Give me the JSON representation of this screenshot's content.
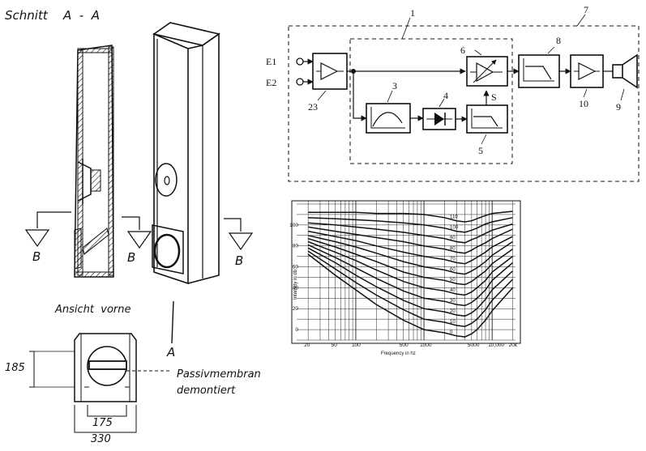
{
  "speaker": {
    "section_title_word": "Schnitt",
    "section_title_mark": "A  -  A",
    "section_marks": [
      "B",
      "B",
      "B"
    ],
    "front_view_label": "Ansicht  vorne",
    "cut_mark": "A",
    "dim_height": "185",
    "dim_inner_width": "175",
    "dim_outer_width": "330",
    "note_line1": "Passivmembran",
    "note_line2": "demontiert"
  },
  "block_diagram": {
    "ref_numbers": [
      "1",
      "7",
      "6",
      "8",
      "3",
      "4",
      "5",
      "10",
      "9",
      "23"
    ],
    "inputs": [
      "E1",
      "E2"
    ],
    "control_label": "S"
  },
  "chart_data": {
    "type": "line",
    "xlabel": "Frequency in hz",
    "ylabel": "Intensity in db",
    "x_scale": "log",
    "x_ticks": [
      "20",
      "50",
      "100",
      "500",
      "1000",
      "5000",
      "10,000",
      "20k"
    ],
    "x_tick_values": [
      20,
      50,
      100,
      500,
      1000,
      5000,
      10000,
      20000
    ],
    "y_ticks": [
      "0",
      "20",
      "40",
      "60",
      "80",
      "100"
    ],
    "ylim": [
      -10,
      120
    ],
    "grid": true,
    "curve_labels": [
      "110",
      "100",
      "90",
      "80",
      "70",
      "60",
      "50",
      "40",
      "30",
      "20",
      "10",
      "0"
    ],
    "x": [
      20,
      50,
      100,
      200,
      500,
      1000,
      2000,
      3000,
      4000,
      5000,
      6000,
      8000,
      10000,
      20000
    ],
    "series": [
      {
        "name": "110",
        "values": [
          112,
          112,
          112,
          111,
          111,
          110,
          107,
          104,
          103,
          104,
          106,
          109,
          111,
          113
        ]
      },
      {
        "name": "100",
        "values": [
          107,
          106,
          105,
          104,
          102,
          100,
          97,
          94,
          93,
          95,
          97,
          101,
          103,
          107
        ]
      },
      {
        "name": "90",
        "values": [
          102,
          100,
          98,
          96,
          93,
          90,
          87,
          84,
          83,
          86,
          88,
          92,
          95,
          101
        ]
      },
      {
        "name": "80",
        "values": [
          98,
          94,
          91,
          88,
          84,
          80,
          77,
          74,
          73,
          76,
          79,
          83,
          87,
          96
        ]
      },
      {
        "name": "70",
        "values": [
          94,
          89,
          85,
          80,
          74,
          70,
          67,
          64,
          63,
          66,
          69,
          74,
          79,
          89
        ]
      },
      {
        "name": "60",
        "values": [
          90,
          84,
          79,
          73,
          65,
          60,
          57,
          54,
          53,
          56,
          59,
          65,
          71,
          84
        ]
      },
      {
        "name": "50",
        "values": [
          87,
          79,
          72,
          65,
          55,
          50,
          47,
          44,
          43,
          46,
          50,
          56,
          63,
          77
        ]
      },
      {
        "name": "40",
        "values": [
          84,
          74,
          66,
          57,
          46,
          40,
          37,
          34,
          33,
          36,
          40,
          47,
          55,
          70
        ]
      },
      {
        "name": "30",
        "values": [
          81,
          69,
          59,
          49,
          37,
          30,
          27,
          24,
          23,
          26,
          30,
          38,
          47,
          64
        ]
      },
      {
        "name": "20",
        "values": [
          78,
          64,
          52,
          41,
          28,
          20,
          17,
          14,
          13,
          16,
          20,
          29,
          38,
          56
        ]
      },
      {
        "name": "10",
        "values": [
          75,
          58,
          45,
          33,
          19,
          10,
          7,
          4,
          3,
          6,
          10,
          19,
          28,
          48
        ]
      },
      {
        "name": "0",
        "values": [
          72,
          52,
          38,
          24,
          9,
          0,
          -3,
          -6,
          -7,
          -4,
          0,
          9,
          18,
          40
        ]
      }
    ]
  }
}
